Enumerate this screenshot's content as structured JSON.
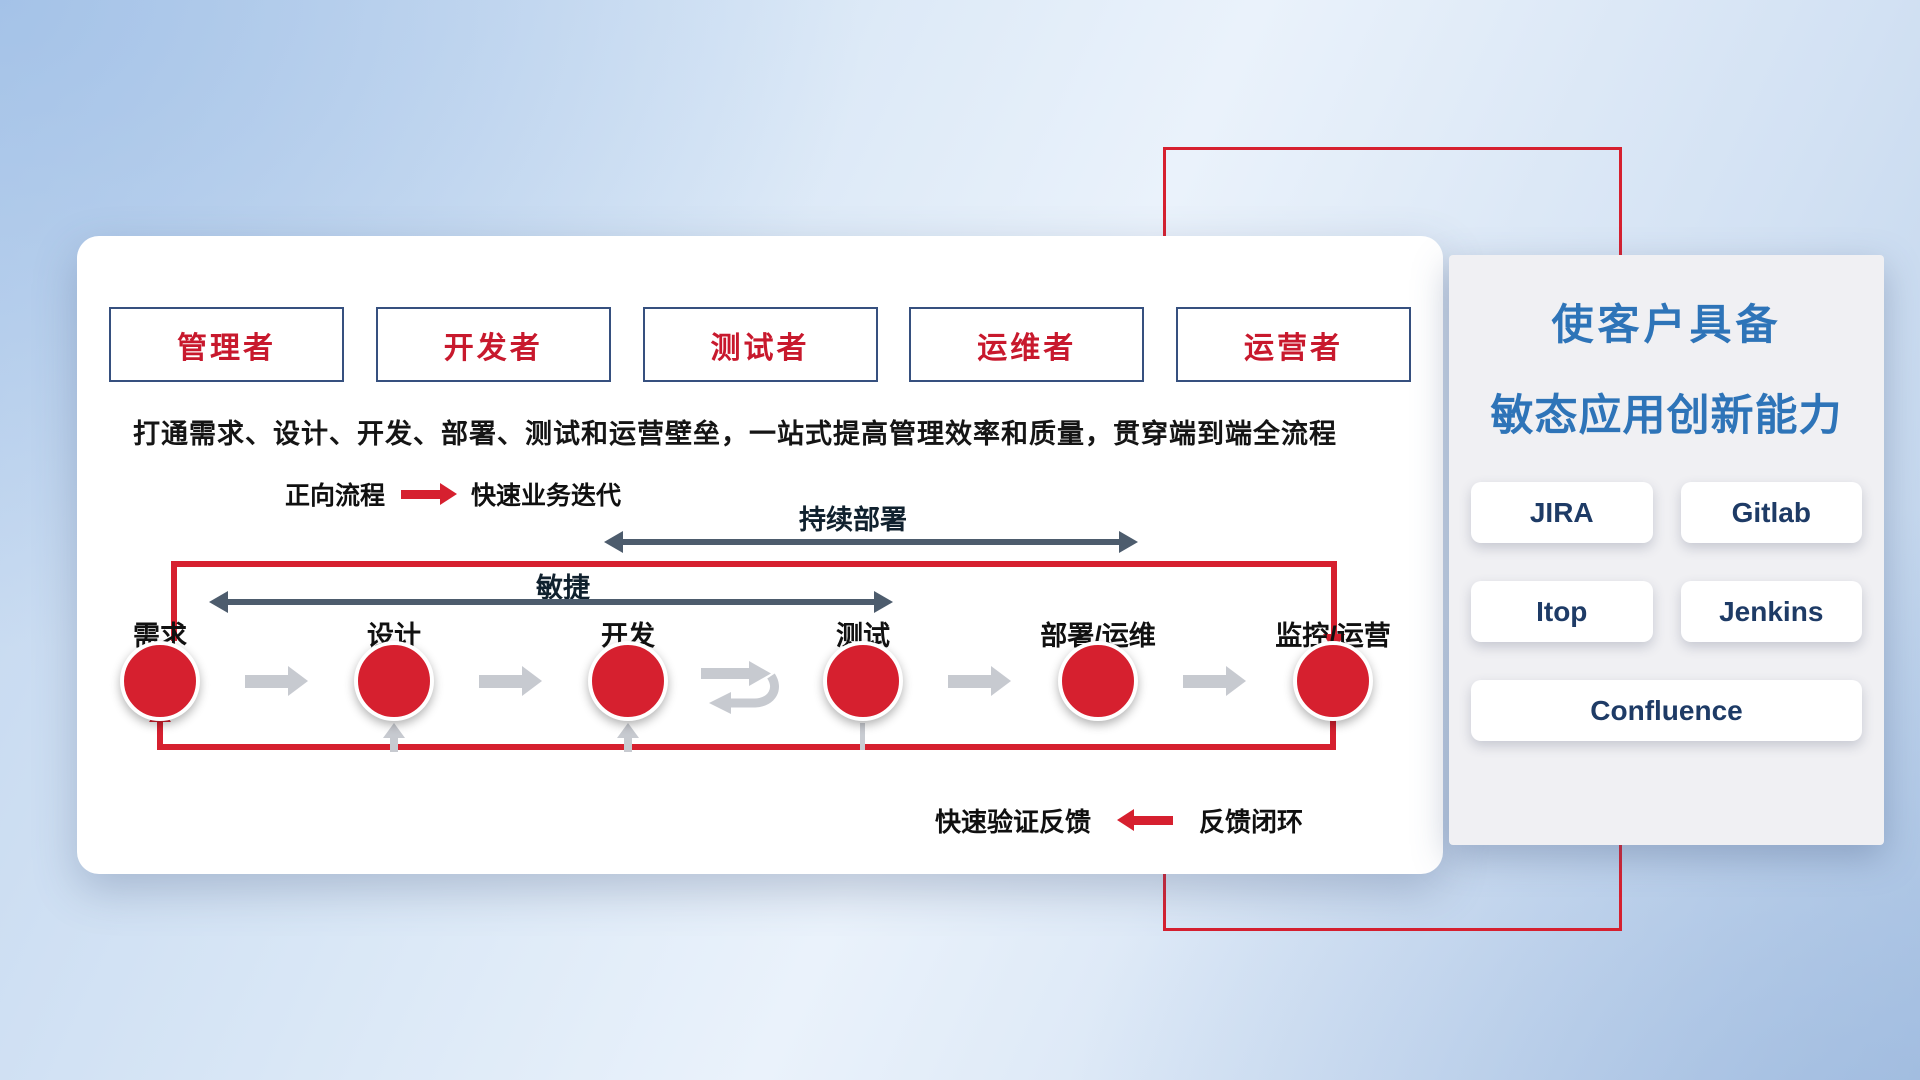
{
  "roles": [
    "管理者",
    "开发者",
    "测试者",
    "运维者",
    "运营者"
  ],
  "subtitle": "打通需求、设计、开发、部署、测试和运营壁垒，一站式提高管理效率和质量，贯穿端到端全流程",
  "legend": {
    "forward_label": "正向流程",
    "forward_desc": "快速业务迭代",
    "feedback_desc": "快速验证反馈",
    "feedback_label": "反馈闭环"
  },
  "flow": {
    "continuous_deploy": "持续部署",
    "agile": "敏捷",
    "stages": [
      "需求",
      "设计",
      "开发",
      "测试",
      "部署/运维",
      "监控/运营"
    ]
  },
  "panel": {
    "title_line1": "使客户具备",
    "title_line2": "敏态应用创新能力",
    "tools": [
      "JIRA",
      "Gitlab",
      "Itop",
      "Jenkins",
      "Confluence"
    ]
  },
  "colors": {
    "accent_red": "#d6202f",
    "title_blue": "#2e74b8",
    "navy_text": "#1e3b66",
    "role_text_red": "#c8192d",
    "role_border_navy": "#36507f",
    "dark_arrow": "#4d5c6d",
    "gray_arrow": "#c7cad0"
  }
}
